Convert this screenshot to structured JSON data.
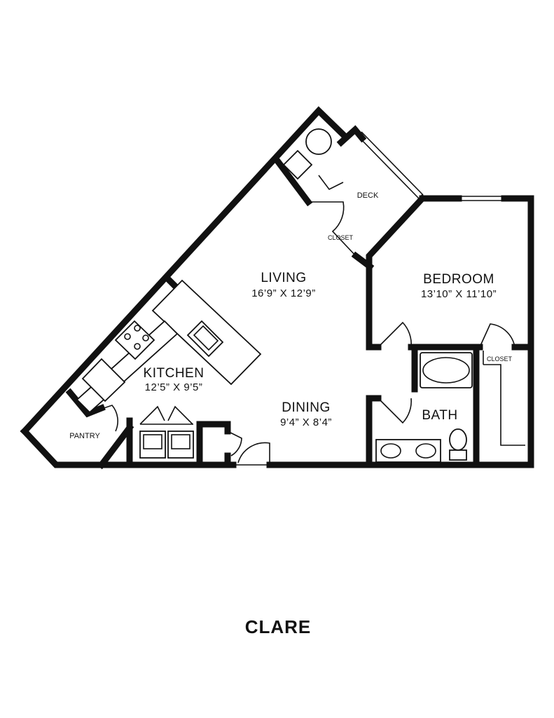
{
  "plan": {
    "name": "CLARE",
    "rooms": {
      "living": {
        "label": "LIVING",
        "dims": "16’9” X 12’9”"
      },
      "bedroom": {
        "label": "BEDROOM",
        "dims": "13’10” X 11’10”"
      },
      "kitchen": {
        "label": "KITCHEN",
        "dims": "12’5” X 9’5”"
      },
      "dining": {
        "label": "DINING",
        "dims": "9’4” X 8’4”"
      },
      "bath": {
        "label": "BATH"
      },
      "deck": {
        "label": "DECK"
      },
      "pantry": {
        "label": "PANTRY"
      },
      "closet_entry": {
        "label": "CLOSET"
      },
      "closet_bedroom": {
        "label": "CLOSET"
      }
    }
  }
}
